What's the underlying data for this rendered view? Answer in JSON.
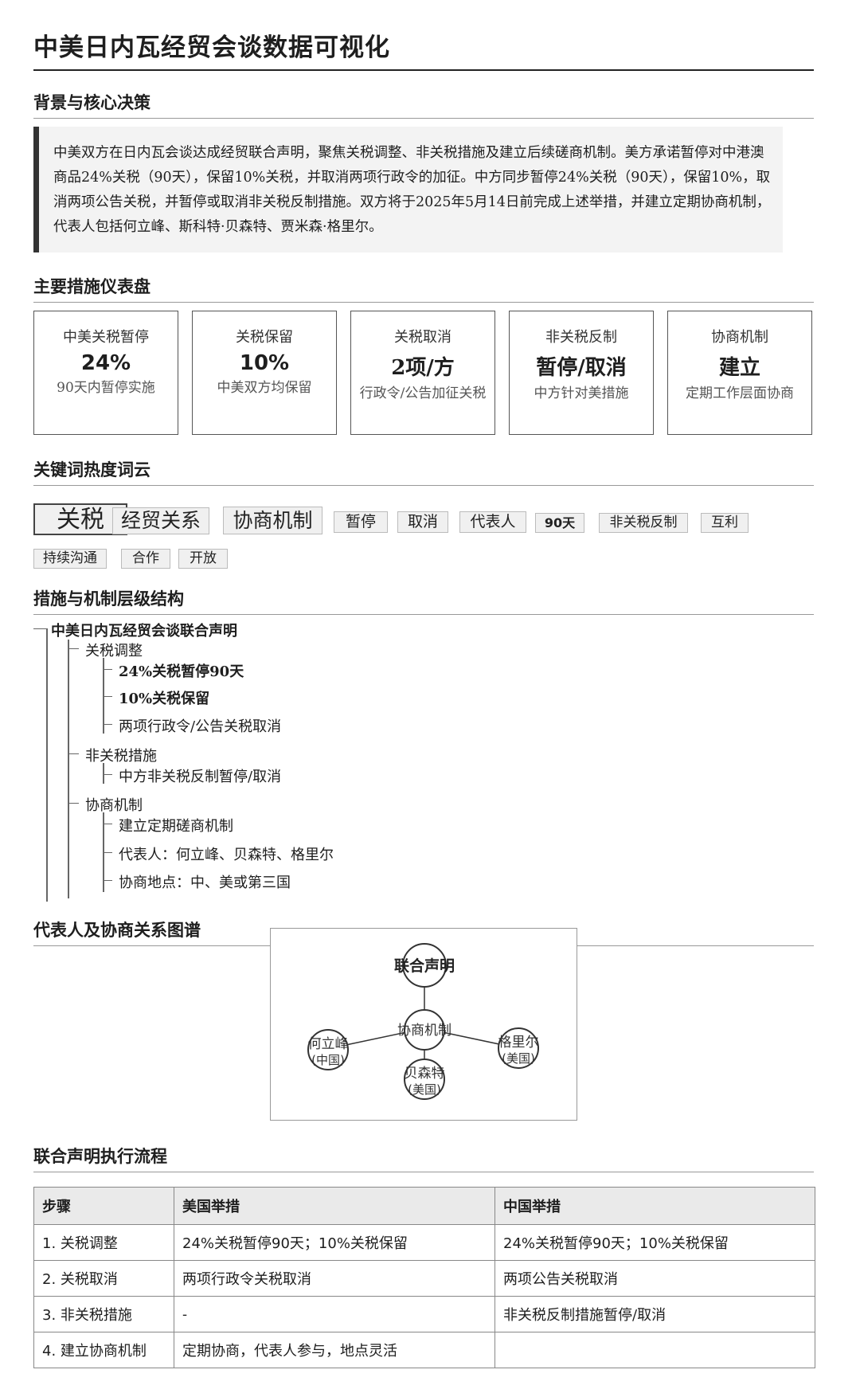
{
  "page_title": "中美日内瓦经贸会谈数据可视化",
  "background": {
    "title": "背景与核心决策",
    "text": "中美双方在日内瓦会谈达成经贸联合声明，聚焦关税调整、非关税措施及建立后续磋商机制。美方承诺暂停对中港澳商品24%关税（90天），保留10%关税，并取消两项行政令的加征。中方同步暂停24%关税（90天），保留10%，取消两项公告关税，并暂停或取消非关税反制措施。双方将于2025年5月14日前完成上述举措，并建立定期协商机制，代表人包括何立峰、斯科特·贝森特、贾米森·格里尔。"
  },
  "dashboard": {
    "title": "主要措施仪表盘",
    "cards": [
      {
        "title": "中美关税暂停",
        "value": "24%",
        "desc": "90天内暂停实施"
      },
      {
        "title": "关税保留",
        "value": "10%",
        "desc": "中美双方均保留"
      },
      {
        "title": "关税取消",
        "value": "2项/方",
        "desc": "行政令/公告加征关税"
      },
      {
        "title": "非关税反制",
        "value": "暂停/取消",
        "desc": "中方针对美措施"
      },
      {
        "title": "协商机制",
        "value": "建立",
        "desc": "定期工作层面协商"
      }
    ]
  },
  "wordcloud": {
    "title": "关键词热度词云",
    "words": [
      "关税",
      "经贸关系",
      "协商机制",
      "暂停",
      "取消",
      "代表人",
      "90天",
      "非关税反制",
      "互利",
      "持续沟通",
      "合作",
      "开放"
    ]
  },
  "hierarchy": {
    "title": "措施与机制层级结构",
    "root": "中美日内瓦经贸会谈联合声明",
    "groups": [
      {
        "label": "关税调整",
        "children": [
          "24%关税暂停90天",
          "10%关税保留",
          "两项行政令/公告关税取消"
        ]
      },
      {
        "label": "非关税措施",
        "children": [
          "中方非关税反制暂停/取消"
        ]
      },
      {
        "label": "协商机制",
        "children": [
          "建立定期磋商机制",
          "代表人：何立峰、贝森特、格里尔",
          "协商地点：中、美或第三国"
        ]
      }
    ]
  },
  "graph": {
    "title": "代表人及协商关系图谱",
    "nodes": {
      "statement": "联合声明",
      "mechanism": "协商机制",
      "he_name": "何立峰",
      "he_country": "(中国)",
      "bessent_name": "贝森特",
      "bessent_country": "(美国)",
      "greer_name": "格里尔",
      "greer_country": "(美国)"
    }
  },
  "flow": {
    "title": "联合声明执行流程",
    "headers": [
      "步骤",
      "美国举措",
      "中国举措"
    ],
    "rows": [
      [
        "1. 关税调整",
        "24%关税暂停90天；10%关税保留",
        "24%关税暂停90天；10%关税保留"
      ],
      [
        "2. 关税取消",
        "两项行政令关税取消",
        "两项公告关税取消"
      ],
      [
        "3. 非关税措施",
        "-",
        "非关税反制措施暂停/取消"
      ],
      [
        "4. 建立协商机制",
        "定期协商，代表人参与，地点灵活",
        ""
      ]
    ]
  }
}
